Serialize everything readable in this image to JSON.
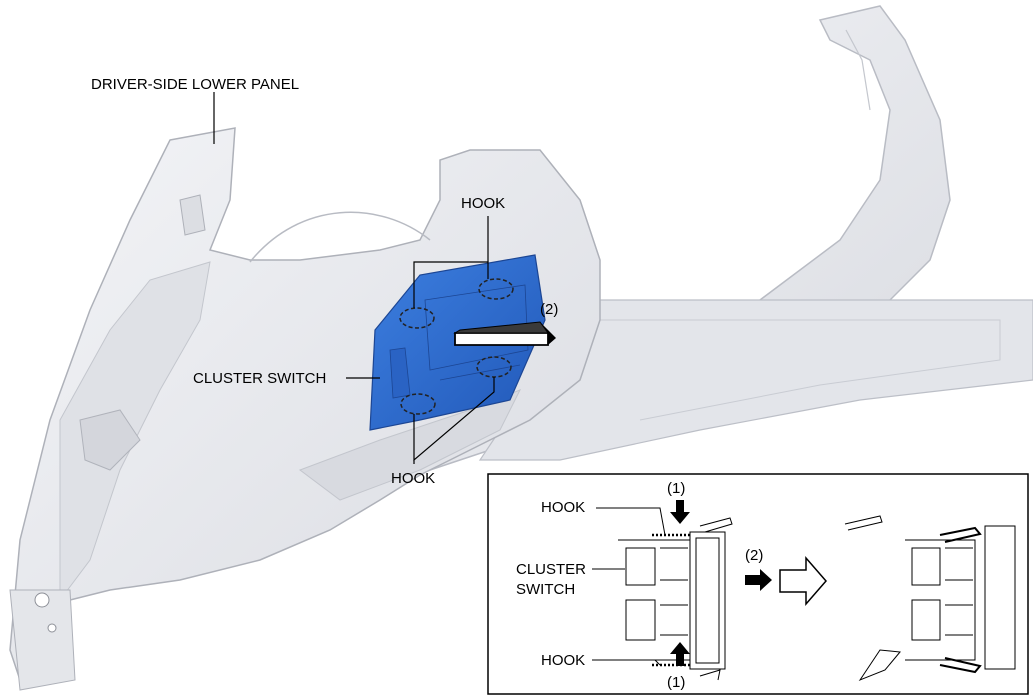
{
  "labels": {
    "panel": "DRIVER-SIDE LOWER PANEL",
    "hook_top": "HOOK",
    "hook_bottom": "HOOK",
    "cluster_switch": "CLUSTER SWITCH",
    "step2": "(2)"
  },
  "inset": {
    "hook_top": "HOOK",
    "hook_bottom": "HOOK",
    "cluster_line1": "CLUSTER",
    "cluster_line2": "SWITCH",
    "step1_top": "(1)",
    "step1_bottom": "(1)",
    "step2": "(2)"
  },
  "colors": {
    "panel_fill": "#e9eaee",
    "panel_shade": "#d6d8de",
    "switch_blue": "#2f6fd1",
    "switch_dark": "#1f4fa8",
    "outline": "#7a7d85"
  }
}
